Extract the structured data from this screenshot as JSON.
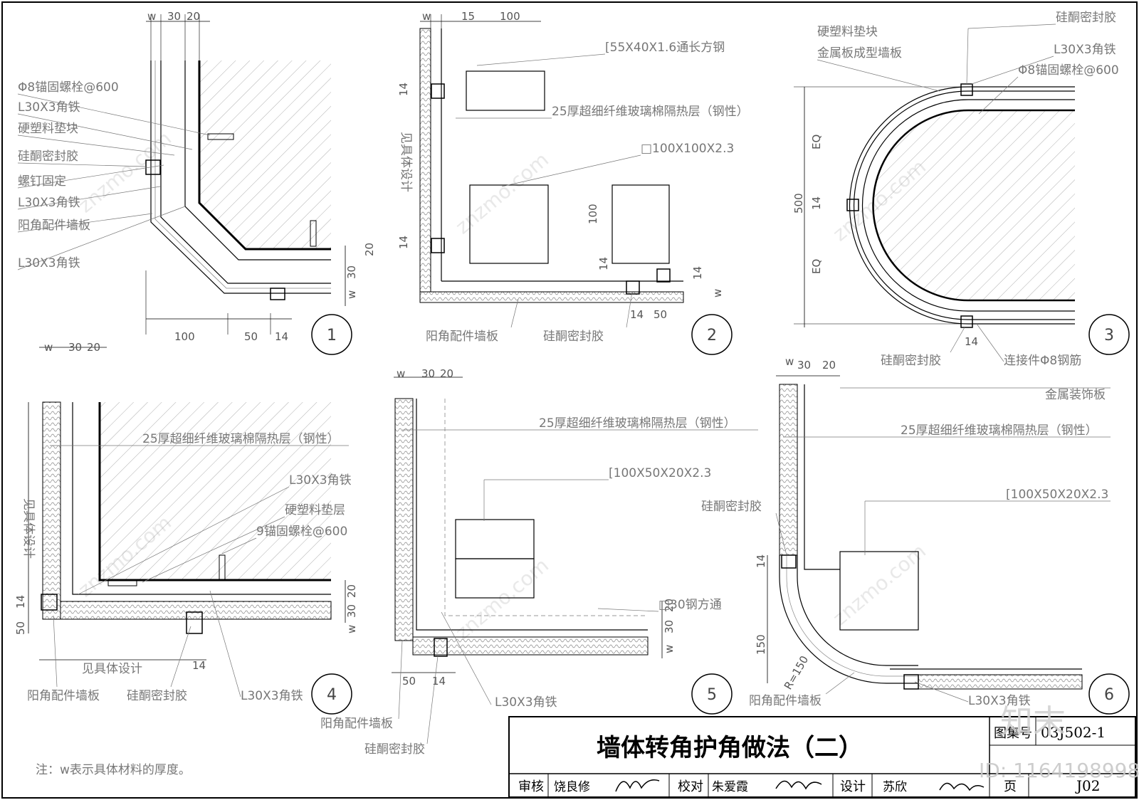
{
  "title_block": {
    "drawing_title": "墙体转角护角做法（二）",
    "atlas_label": "图集号",
    "atlas_number": "03J502-1",
    "review_label": "审核",
    "review_name": "饶良修",
    "check_label": "校对",
    "check_name": "朱爱霞",
    "design_label": "设计",
    "design_name": "苏欣",
    "page_label": "页",
    "page_number": "J02"
  },
  "note": "注：w表示具体材料的厚度。",
  "watermark": {
    "brand": "知末",
    "id": "ID: 1164198998",
    "site": "znzmo.com"
  },
  "details": [
    {
      "number": "1",
      "labels": [
        "Φ8锚固螺栓@600",
        "L30X3角铁",
        "硬塑料垫块",
        "硅酮密封胶",
        "螺钉固定",
        "L30X3角铁",
        "阳角配件墙板",
        "L30X3角铁"
      ],
      "dims_top": [
        "w",
        "30",
        "20"
      ],
      "dims_bottom": [
        "100",
        "50",
        "14"
      ],
      "dims_right": [
        "20",
        "30",
        "w"
      ]
    },
    {
      "number": "2",
      "labels": [
        "[55X40X1.6通长方钢",
        "25厚超细纤维玻璃棉隔热层（钢性）",
        "□100X100X2.3",
        "见具体设计",
        "阳角配件墙板",
        "硅酮密封胶"
      ],
      "dims_top": [
        "w",
        "15",
        "100"
      ],
      "dims_left": [
        "14",
        "14"
      ],
      "dims_mid": [
        "100",
        "14"
      ],
      "dims_bottom": [
        "14",
        "50"
      ],
      "dims_right": [
        "14",
        "w"
      ]
    },
    {
      "number": "3",
      "labels": [
        "硬塑料垫块",
        "金属板成型墙板",
        "硅酮密封胶",
        "L30X3角铁",
        "Φ8锚固螺栓@600",
        "硅酮密封胶",
        "连接件Φ8钢筋"
      ],
      "dims_left": [
        "EQ",
        "500",
        "14",
        "EQ"
      ],
      "dims_bottom": [
        "14"
      ]
    },
    {
      "number": "4",
      "labels": [
        "25厚超细纤维玻璃棉隔热层（钢性）",
        "L30X3角铁",
        "硬塑料垫层",
        "9锚固螺栓@600",
        "见具体设计",
        "见具体设计",
        "阳角配件墙板",
        "硅酮密封胶",
        "L30X3角铁"
      ],
      "dims_top": [
        "w",
        "30",
        "20"
      ],
      "dims_left": [
        "14",
        "50"
      ],
      "dims_right": [
        "20",
        "30",
        "w"
      ],
      "dims_bottom": [
        "14"
      ]
    },
    {
      "number": "5",
      "labels": [
        "25厚超细纤维玻璃棉隔热层（钢性）",
        "[100X50X20X2.3",
        "□30钢方通",
        "L30X3角铁",
        "阳角配件墙板",
        "硅酮密封胶"
      ],
      "dims_top": [
        "w",
        "30",
        "20"
      ],
      "dims_right": [
        "20",
        "30",
        "w"
      ],
      "dims_bottom": [
        "50",
        "14"
      ]
    },
    {
      "number": "6",
      "labels": [
        "金属装饰板",
        "25厚超细纤维玻璃棉隔热层（钢性）",
        "[100X50X20X2.3",
        "硅酮密封胶",
        "阳角配件墙板",
        "L30X3角铁"
      ],
      "dims_top": [
        "w",
        "30",
        "20"
      ],
      "dims_left": [
        "14",
        "150",
        "R=150"
      ]
    }
  ]
}
